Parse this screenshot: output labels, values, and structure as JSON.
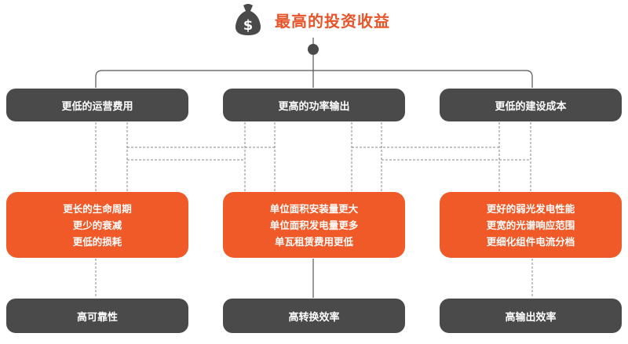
{
  "title": "最高的投资收益",
  "title_icon": "money-bag-icon",
  "colors": {
    "accent": "#f05a28",
    "dark": "#4a4a4a",
    "title": "#e8552a"
  },
  "top_boxes": [
    {
      "label": "更低的运营费用"
    },
    {
      "label": "更高的功率输出"
    },
    {
      "label": "更低的建设成本"
    }
  ],
  "middle_boxes": [
    {
      "lines": [
        "更长的生命周期",
        "更少的衰减",
        "更低的损耗"
      ]
    },
    {
      "lines": [
        "单位面积安装量更大",
        "单位面积发电量更多",
        "单瓦租赁费用更低"
      ]
    },
    {
      "lines": [
        "更好的弱光发电性能",
        "更宽的光谱响应范围",
        "更细化组件电流分档"
      ]
    }
  ],
  "bottom_boxes": [
    {
      "label": "高可靠性"
    },
    {
      "label": "高转换效率"
    },
    {
      "label": "高输出效率"
    }
  ]
}
